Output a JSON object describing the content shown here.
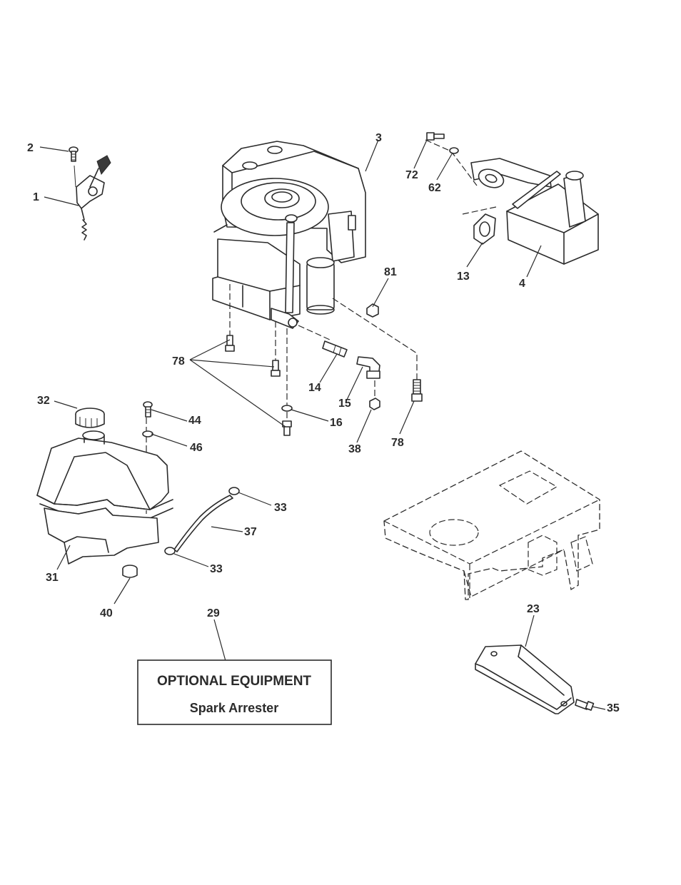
{
  "diagram": {
    "callouts": [
      {
        "id": "c1",
        "label": "1"
      },
      {
        "id": "c2",
        "label": "2"
      },
      {
        "id": "c3",
        "label": "3"
      },
      {
        "id": "c4",
        "label": "4"
      },
      {
        "id": "c13",
        "label": "13"
      },
      {
        "id": "c14",
        "label": "14"
      },
      {
        "id": "c15",
        "label": "15"
      },
      {
        "id": "c16",
        "label": "16"
      },
      {
        "id": "c23",
        "label": "23"
      },
      {
        "id": "c29",
        "label": "29"
      },
      {
        "id": "c31",
        "label": "31"
      },
      {
        "id": "c32",
        "label": "32"
      },
      {
        "id": "c33a",
        "label": "33"
      },
      {
        "id": "c33b",
        "label": "33"
      },
      {
        "id": "c35",
        "label": "35"
      },
      {
        "id": "c37",
        "label": "37"
      },
      {
        "id": "c38",
        "label": "38"
      },
      {
        "id": "c40",
        "label": "40"
      },
      {
        "id": "c44",
        "label": "44"
      },
      {
        "id": "c46",
        "label": "46"
      },
      {
        "id": "c62",
        "label": "62"
      },
      {
        "id": "c72",
        "label": "72"
      },
      {
        "id": "c78a",
        "label": "78"
      },
      {
        "id": "c78b",
        "label": "78"
      },
      {
        "id": "c81",
        "label": "81"
      }
    ],
    "optional_box": {
      "title": "OPTIONAL EQUIPMENT",
      "subtitle": "Spark Arrester"
    }
  }
}
